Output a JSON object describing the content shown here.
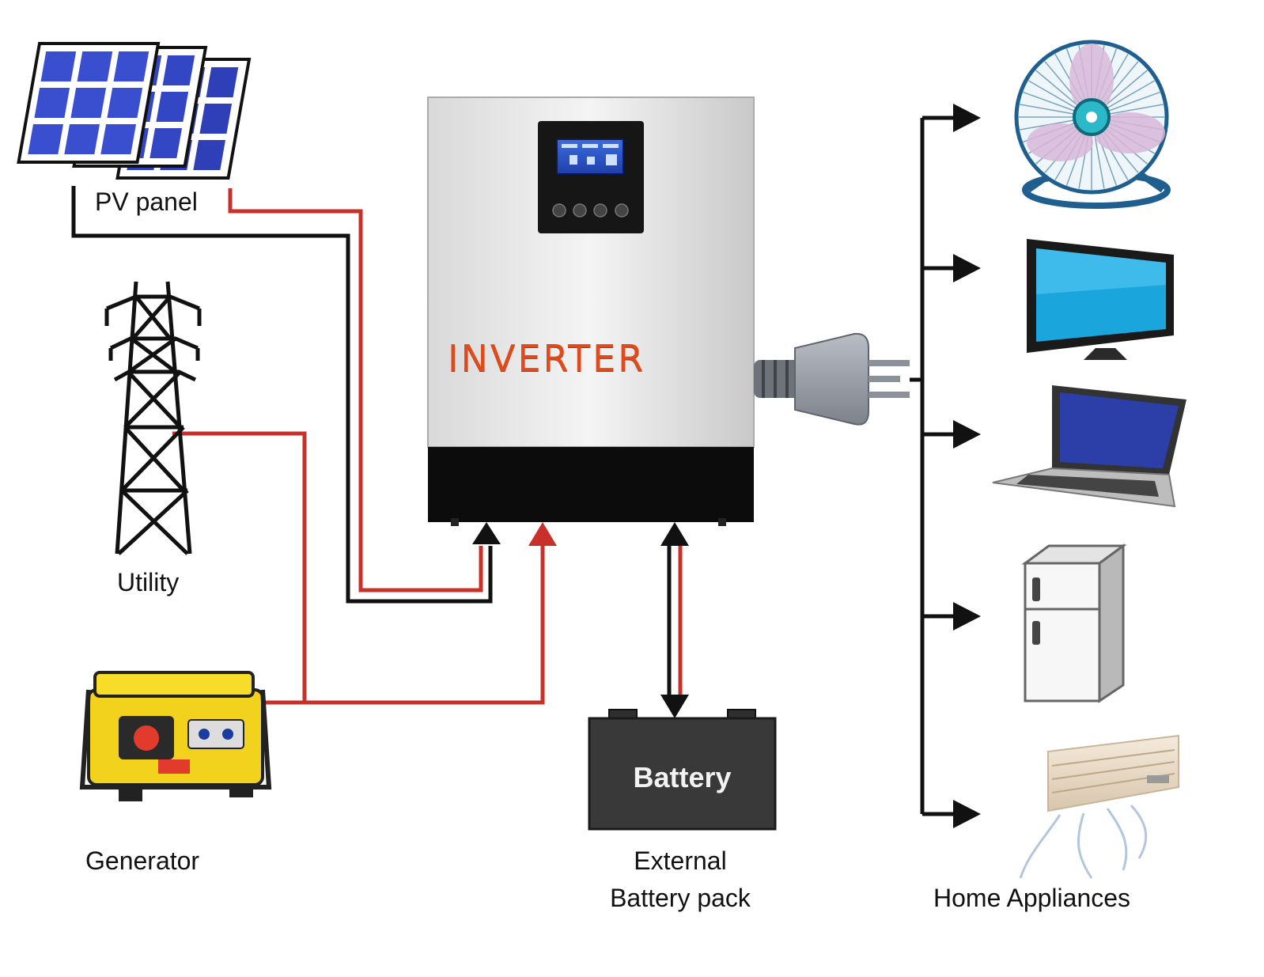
{
  "diagram": {
    "inverter": {
      "label": "INVERTER",
      "accent": "#e04a1c"
    },
    "sources": [
      {
        "id": "pv",
        "label": "PV panel",
        "icon": "solar-panel-icon"
      },
      {
        "id": "utility",
        "label": "Utility",
        "icon": "power-tower-icon"
      },
      {
        "id": "generator",
        "label": "Generator",
        "icon": "generator-icon"
      }
    ],
    "battery": {
      "box_label": "Battery",
      "caption_line1": "External",
      "caption_line2": "Battery pack",
      "icon": "battery-icon"
    },
    "loads": {
      "caption": "Home Appliances",
      "items": [
        {
          "id": "fan",
          "icon": "fan-icon"
        },
        {
          "id": "tv",
          "icon": "tv-icon"
        },
        {
          "id": "laptop",
          "icon": "laptop-icon"
        },
        {
          "id": "fridge",
          "icon": "fridge-icon"
        },
        {
          "id": "ac",
          "icon": "air-conditioner-icon"
        }
      ]
    },
    "colors": {
      "wire_red": "#c8302a",
      "wire_black": "#111111",
      "panel_blue": "#2f3fb8",
      "generator_yellow": "#f2d21c"
    }
  }
}
